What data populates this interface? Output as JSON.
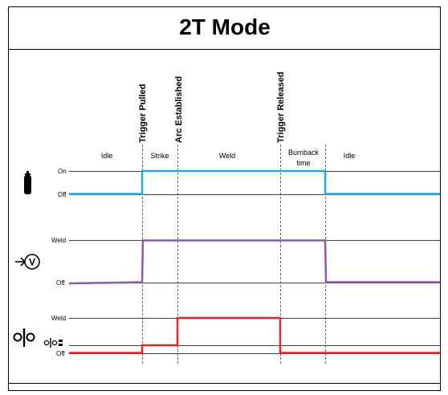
{
  "title": "2T Mode",
  "events": {
    "trigger_pulled": "Trigger Pulled",
    "arc_established": "Arc Established",
    "trigger_released": "Trigger Released"
  },
  "phases": {
    "idle_1": "Idle",
    "strike": "Strike",
    "weld": "Weld",
    "burnback_line1": "Burnback",
    "burnback_line2": "time",
    "idle_2": "Idle"
  },
  "signals": [
    {
      "id": "gas",
      "icon": "gas-cylinder-icon",
      "high_label": "On",
      "low_label": "Off",
      "color": "#29A9DF"
    },
    {
      "id": "voltage",
      "icon": "voltage-icon",
      "high_label": "Weld",
      "low_label": "Off",
      "color": "#8A5BA8"
    },
    {
      "id": "wire_feed",
      "icon": "wire-feed-icon",
      "high_label": "Weld",
      "low_label": "Off",
      "color": "#E8262A"
    }
  ],
  "colors": {
    "gas": "#29A9DF",
    "voltage": "#8A5BA8",
    "wire_feed": "#E8262A"
  }
}
